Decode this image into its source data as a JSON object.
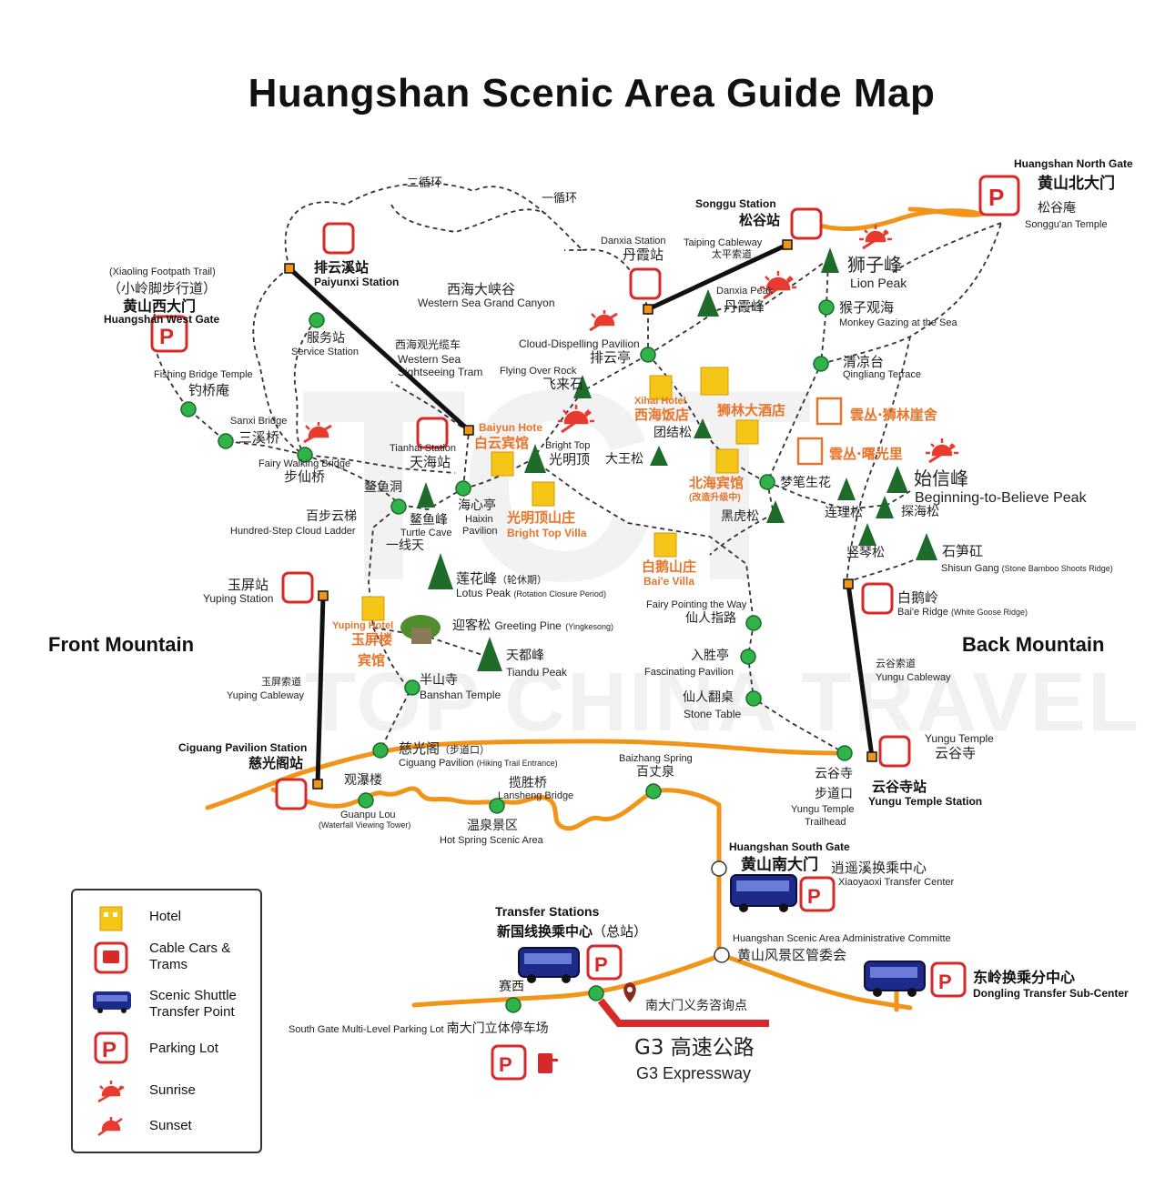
{
  "map": {
    "title": "Huangshan Scenic Area Guide Map",
    "regions": {
      "front": "Front Mountain",
      "back": "Back Mountain"
    },
    "watermark": {
      "top": "TCT",
      "bottom": "TOP CHINA TRAVEL"
    },
    "loops": {
      "loop2": "二循环",
      "loop1": "一循环"
    },
    "gates": {
      "north": {
        "en": "Huangshan North Gate",
        "zh": "黄山北大门",
        "sub_zh": "松谷庵",
        "sub_en": "Songgu'an Temple"
      },
      "west": {
        "en": "Huangshan West Gate",
        "zh": "黄山西大门",
        "trail_en": "(Xiaoling Footpath Trail)",
        "trail_zh": "（小岭脚步行道）"
      },
      "south": {
        "en": "Huangshan South Gate",
        "zh": "黄山南大门"
      }
    },
    "stations": {
      "songgu": {
        "en": "Songgu Station",
        "zh": "松谷站"
      },
      "paiyunxi": {
        "zh": "排云溪站",
        "en": "Paiyunxi Station"
      },
      "danxia": {
        "en": "Danxia Station",
        "zh": "丹霞站"
      },
      "tianhai": {
        "en": "Tianhai Station",
        "zh": "天海站"
      },
      "yuping": {
        "zh": "玉屏站",
        "en": "Yuping Station"
      },
      "ciguang": {
        "en": "Ciguang Pavilion Station",
        "zh": "慈光阁站"
      },
      "yungu": {
        "zh": "云谷寺站",
        "en": "Yungu Temple Station"
      },
      "baie": {
        "zh": "白鹅岭",
        "en": "Bai'e Ridge",
        "en_sub": "(White Goose Ridge)"
      }
    },
    "cableways": {
      "taiping": {
        "en": "Taiping Cableway",
        "zh": "太平索道"
      },
      "xihai": {
        "zh": "西海观光缆车",
        "en1": "Western Sea",
        "en2": "Sightseeing Tram"
      },
      "yuping": {
        "zh": "玉屏索道",
        "en": "Yuping Cableway"
      },
      "yungu": {
        "zh": "云谷索道",
        "en": "Yungu Cableway"
      }
    },
    "hotels": {
      "baiyun": {
        "en": "Baiyun Hote",
        "zh": "白云宾馆"
      },
      "xihai": {
        "en": "Xihai Hotel",
        "zh": "西海饭店"
      },
      "shilin": {
        "zh": "狮林大酒店"
      },
      "yunshilin": {
        "zh": "雲丛·狮林崖舍"
      },
      "yunshuguang": {
        "zh": "雲丛·曙光里"
      },
      "beihai": {
        "zh": "北海宾馆",
        "note": "(改造升级中)"
      },
      "guangmingding": {
        "zh": "光明顶山庄",
        "en": "Bright Top Villa"
      },
      "baie": {
        "zh": "白鹅山庄",
        "en": "Bai'e Villa"
      },
      "yuping": {
        "en": "Yuping Hotel",
        "zh1": "玉屏楼",
        "zh2": "宾馆"
      }
    },
    "spots": {
      "xihai_canyon": {
        "zh": "西海大峡谷",
        "en": "Western Sea Grand Canyon"
      },
      "service": {
        "zh": "服务站",
        "en": "Service Station"
      },
      "fishing": {
        "en": "Fishing Bridge Temple",
        "zh": "钓桥庵"
      },
      "sanxi": {
        "en": "Sanxi Bridge",
        "zh": "三溪桥"
      },
      "fairy_bridge": {
        "en": "Fairy Walking Bridge",
        "zh": "步仙桥"
      },
      "cloud_disp": {
        "en": "Cloud-Dispelling Pavilion",
        "zh": "排云亭"
      },
      "flying_rock": {
        "en": "Flying Over Rock",
        "zh": "飞来石"
      },
      "bright_top": {
        "en": "Bright Top",
        "zh": "光明顶"
      },
      "danxia_peak": {
        "en": "Danxia Peak",
        "zh": "丹霞峰"
      },
      "lion": {
        "zh": "狮子峰",
        "en": "Lion Peak"
      },
      "monkey": {
        "zh": "猴子观海",
        "en": "Monkey Gazing at the Sea"
      },
      "qingliang": {
        "zh": "清凉台",
        "en": "Qingliang Terrace"
      },
      "tuanjie": {
        "zh": "团结松"
      },
      "dawang": {
        "zh": "大王松"
      },
      "mengbi": {
        "zh": "梦笔生花"
      },
      "shixin": {
        "zh": "始信峰",
        "en": "Beginning-to-Believe Peak"
      },
      "lianli": {
        "zh": "连理松"
      },
      "tanhai": {
        "zh": "探海松"
      },
      "heihu": {
        "zh": "黑虎松"
      },
      "shuqin": {
        "zh": "竖琴松"
      },
      "shisun": {
        "zh": "石笋矼",
        "en": "Shisun Gang",
        "en_sub": "(Stone Bamboo Shoots Ridge)"
      },
      "aoyudong": {
        "zh": "鳌鱼洞"
      },
      "haixin": {
        "zh": "海心亭",
        "en1": "Haixin",
        "en2": "Pavilion"
      },
      "hundred_step": {
        "zh": "百步云梯",
        "en": "Hundred-Step Cloud Ladder"
      },
      "aoyu": {
        "zh": "鳌鱼峰",
        "en": "Turtle Cave"
      },
      "yixiantian": {
        "zh": "一线天"
      },
      "lotus": {
        "zh": "莲花峰",
        "zh_sub": "（轮休期）",
        "en": "Lotus Peak",
        "en_sub": "(Rotation Closure Period)"
      },
      "greeting": {
        "zh": "迎客松",
        "en": "Greeting Pine",
        "en_sub": "(Yingkesong)"
      },
      "tiandu": {
        "zh": "天都峰",
        "en": "Tiandu Peak"
      },
      "banshan": {
        "zh": "半山寺",
        "en": "Banshan Temple"
      },
      "fairy_point": {
        "en": "Fairy Pointing the Way",
        "zh": "仙人指路"
      },
      "fascinating": {
        "zh": "入胜亭",
        "en": "Fascinating Pavilion"
      },
      "stone_table": {
        "zh": "仙人翻桌",
        "en": "Stone Table"
      },
      "yungu_temple": {
        "en": "Yungu Temple",
        "zh": "云谷寺"
      },
      "yungu_trail": {
        "zh1": "云谷寺",
        "zh2": "步道口",
        "en1": "Yungu Temple",
        "en2": "Trailhead"
      },
      "ciguang_pav": {
        "zh": "慈光阁",
        "zh_sub": "（步道口）",
        "en": "Ciguang Pavilion",
        "en_sub": "(Hiking Trail Entrance)"
      },
      "baizhang": {
        "en": "Baizhang Spring",
        "zh": "百丈泉"
      },
      "guanpu": {
        "zh": "观瀑楼",
        "en": "Guanpu Lou",
        "en_sub": "(Waterfall Viewing Tower)"
      },
      "lansheng": {
        "zh": "揽胜桥",
        "en": "Lansheng Bridge"
      },
      "hotspring": {
        "zh": "温泉景区",
        "en": "Hot Spring Scenic Area"
      }
    },
    "transfer": {
      "xiaoyaoxi": {
        "zh": "逍遥溪换乘中心",
        "en": "Xiaoyaoxi Transfer Center"
      },
      "stations": {
        "en": "Transfer Stations",
        "zh": "新国线换乘中心",
        "zh_sub": "（总站）"
      },
      "admin": {
        "en": "Huangshan Scenic Area Administrative Committe",
        "zh": "黄山风景区管委会"
      },
      "dongling": {
        "zh": "东岭换乘分中心",
        "en": "Dongling Transfer Sub-Center"
      },
      "saixi": {
        "zh": "赛西"
      },
      "parking": {
        "en": "South Gate Multi-Level Parking Lot",
        "zh": "南大门立体停车场"
      },
      "info": {
        "zh": "南大门义务咨询点"
      },
      "expressway": {
        "zh": "G3 高速公路",
        "en": "G3 Expressway"
      }
    }
  },
  "legend": {
    "items": [
      {
        "label": "Hotel",
        "icon": "hotel-icon"
      },
      {
        "label": "Cable Cars &\nTrams",
        "icon": "cable-car-icon"
      },
      {
        "label": "Scenic Shuttle\nTransfer Point",
        "icon": "bus-icon"
      },
      {
        "label": "Parking Lot",
        "icon": "parking-icon"
      },
      {
        "label": "Sunrise",
        "icon": "sunrise-icon"
      },
      {
        "label": "Sunset",
        "icon": "sunset-icon"
      }
    ]
  },
  "colors": {
    "road": "#f29418",
    "accent": "#d7282a",
    "hotel": "#f5c518",
    "green": "#2fb34a",
    "tree": "#1e6b2a",
    "hotel_text": "#e8742a"
  }
}
